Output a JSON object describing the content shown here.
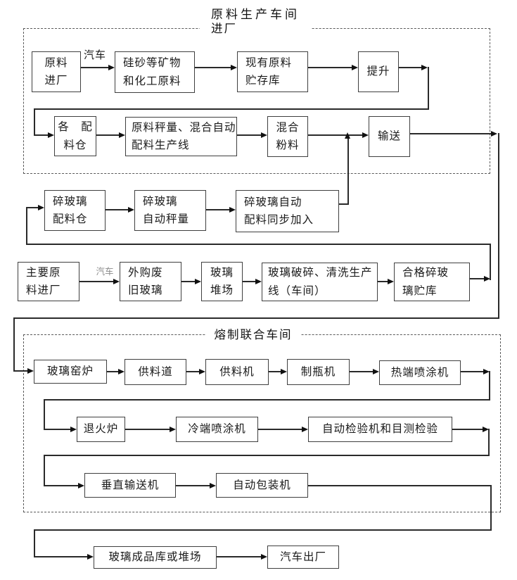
{
  "titles": {
    "raw_workshop": "原料生产车间",
    "raw_workshop_sub": "进厂",
    "melting_workshop": "熔制联合车间"
  },
  "edge_labels": {
    "truck_top": "汽车",
    "truck_main": "汽车"
  },
  "nodes": {
    "raw_entry": {
      "label": "原料\n进厂"
    },
    "silica": {
      "label": "硅砂等矿物\n和化工原料"
    },
    "existing_storage": {
      "label": "现有原料\n贮存库"
    },
    "lift": {
      "label": "提升"
    },
    "batching_silos": {
      "label": "各　配\n料仓"
    },
    "weighing_line": {
      "label": "原料秤量、混合自动\n配料生产线"
    },
    "mixed_powder": {
      "label": "混合\n粉料"
    },
    "conveying": {
      "label": "输送"
    },
    "cullet_silo": {
      "label": "碎玻璃\n配料仓"
    },
    "cullet_weighing": {
      "label": "碎玻璃\n自动秤量"
    },
    "cullet_sync": {
      "label": "碎玻璃自动\n配料同步加入"
    },
    "main_raw_entry": {
      "label": "主要原\n料进厂"
    },
    "purchased_glass": {
      "label": "外购废\n旧玻璃"
    },
    "glass_yard": {
      "label": "玻璃\n堆场"
    },
    "crushing_line": {
      "label": "玻璃破碎、清洗生产\n线（车间）"
    },
    "qualified_cullet": {
      "label": "合格碎玻\n璃贮库"
    },
    "furnace": {
      "label": "玻璃窑炉"
    },
    "forehearth": {
      "label": "供料道"
    },
    "feeder": {
      "label": "供料机"
    },
    "bottle_machine": {
      "label": "制瓶机"
    },
    "hot_end_coater": {
      "label": "热端喷涂机"
    },
    "annealing_furnace": {
      "label": "退火炉"
    },
    "cold_end_coater": {
      "label": "冷端喷涂机"
    },
    "inspection": {
      "label": "自动检验机和目测检验"
    },
    "vertical_conveyor": {
      "label": "垂直输送机"
    },
    "auto_packer": {
      "label": "自动包装机"
    },
    "product_warehouse": {
      "label": "玻璃成品库或堆场"
    },
    "truck_exit": {
      "label": "汽车出厂"
    }
  }
}
